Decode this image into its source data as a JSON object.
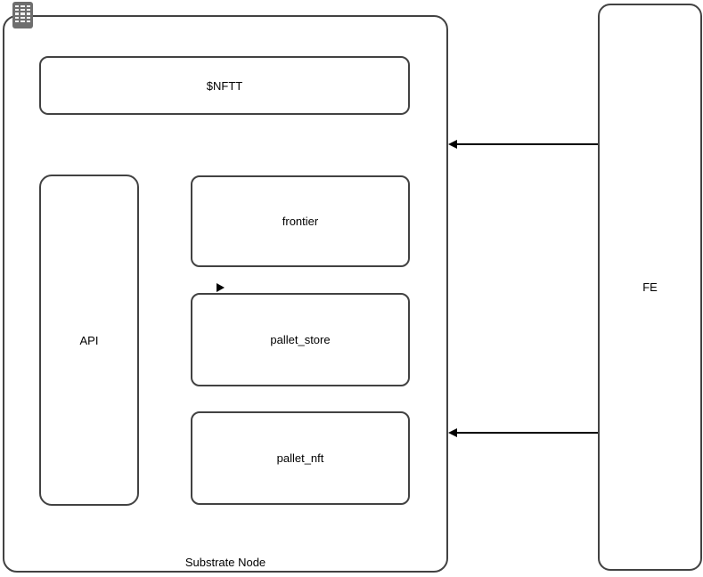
{
  "diagram": {
    "container": {
      "label": "Substrate Node"
    },
    "nodes": {
      "nftt": {
        "label": "$NFTT"
      },
      "api": {
        "label": "API"
      },
      "frontier": {
        "label": "frontier"
      },
      "pallet_store": {
        "label": "pallet_store"
      },
      "pallet_nft": {
        "label": "pallet_nft"
      },
      "fe": {
        "label": "FE"
      }
    },
    "edges": [
      {
        "from": "FE",
        "to": "Substrate Node",
        "position": "upper",
        "direction": "left"
      },
      {
        "from": "FE",
        "to": "Substrate Node",
        "position": "lower",
        "direction": "left"
      },
      {
        "from": "",
        "to": "pallet_store",
        "position": "above-top-left",
        "direction": "right"
      }
    ],
    "colors": {
      "background": "#ffffff",
      "shape_border": "#424242",
      "arrow": "#000000",
      "icon_background": "#6e6e6e",
      "icon_cell": "#f0f0f0",
      "text": "#000000"
    }
  }
}
